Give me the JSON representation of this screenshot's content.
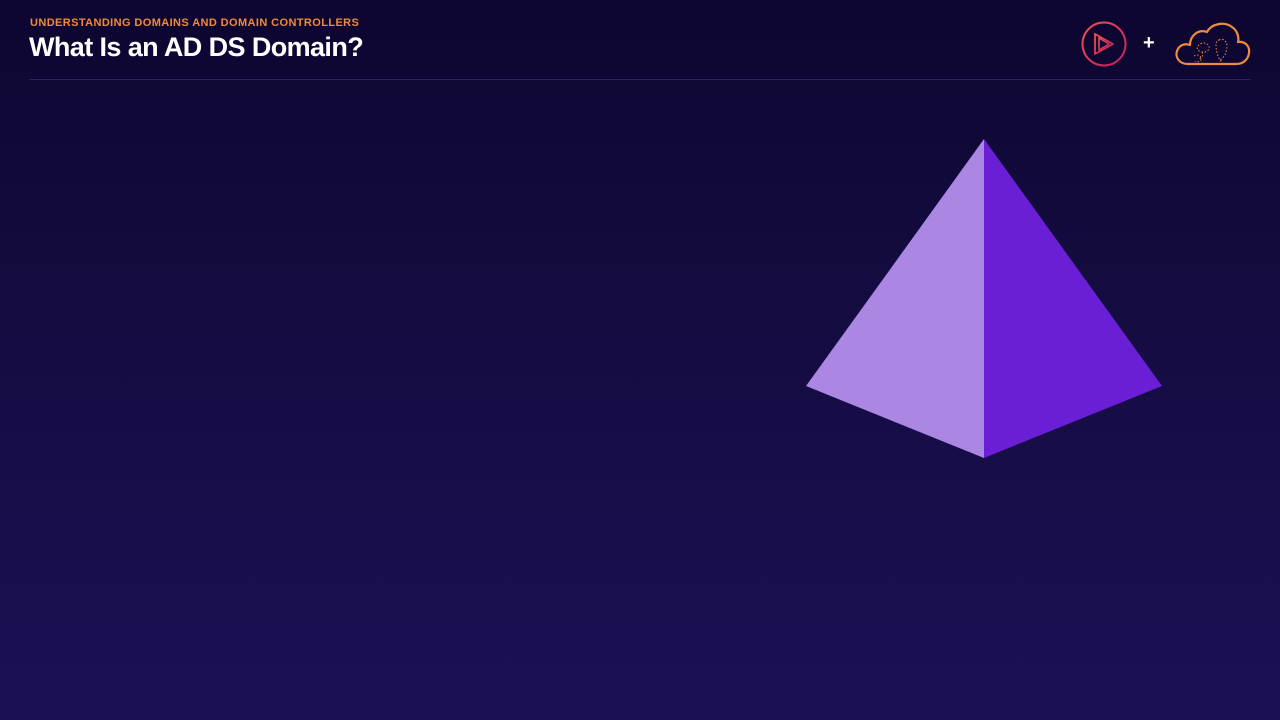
{
  "header": {
    "section": "UNDERSTANDING DOMAINS AND DOMAIN CONTROLLERS",
    "title": "What Is an AD DS Domain?"
  },
  "logos": {
    "left": "play-logo",
    "separator": "+",
    "right": "cloud-logo"
  },
  "illustration": {
    "shape": "pyramid",
    "colors": {
      "left_face": "#ab86e3",
      "right_face": "#6a1fd6"
    }
  },
  "theme": {
    "accent": "#f08a3c",
    "logo_red": "#e5304d",
    "background_top": "#0d0630",
    "background_bottom": "#1b1054"
  }
}
